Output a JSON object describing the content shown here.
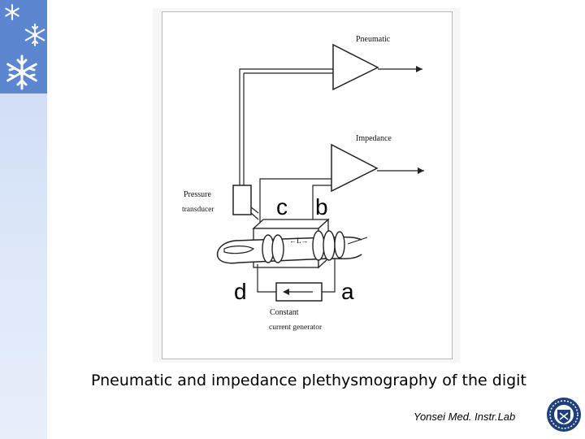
{
  "slide": {
    "caption": "Pneumatic and impedance plethysmography of the digit",
    "footer_lab": "Yonsei Med. Instr.Lab"
  },
  "diagram": {
    "labels": {
      "pneumatic": "Pneumatic",
      "impedance": "Impedance",
      "pressure": "Pressure",
      "transducer": "transducer",
      "constant": "Constant",
      "current_generator": "current generator",
      "length": "←L→"
    },
    "letters": {
      "a": "a",
      "b": "b",
      "c": "c",
      "d": "d"
    }
  },
  "colors": {
    "side_panel": "#c9d8f3",
    "flake_box": "#5c86cf",
    "seal": "#1f3f7a"
  },
  "icons": [
    "snowflake-icon",
    "university-seal-icon"
  ]
}
